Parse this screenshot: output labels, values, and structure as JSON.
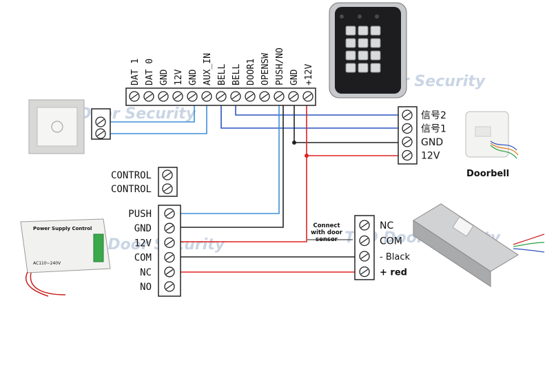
{
  "watermark": "TEO Door Security",
  "controller_terminals": [
    "DAT 1",
    "DAT 0",
    "GND",
    "12V",
    "GND",
    "AUX_IN",
    "BELL",
    "BELL",
    "DOOR1",
    "OPENSW",
    "PUSH/NO",
    "GND",
    "+12V"
  ],
  "doorbell_terminals": [
    "信号2",
    "信号1",
    "GND",
    "12V"
  ],
  "doorbell_label": "Doorbell",
  "control_terminals": [
    "CONTROL",
    "CONTROL"
  ],
  "psu_terminals": [
    "PUSH",
    "GND",
    "12V",
    "COM",
    "NC",
    "NO"
  ],
  "lock_terminals": [
    "NC",
    "COM",
    "- Black",
    "+ red"
  ],
  "lock_note_lines": [
    "Connect",
    "with door",
    "sensor"
  ],
  "psu_label": {
    "title": "Power Supply Control",
    "voltage": "AC110~240V"
  },
  "colors": {
    "blue_wire": "#2a52be",
    "red_wire": "#e02020",
    "black_wire": "#222222",
    "light_blue_wire": "#3b8fd8"
  }
}
